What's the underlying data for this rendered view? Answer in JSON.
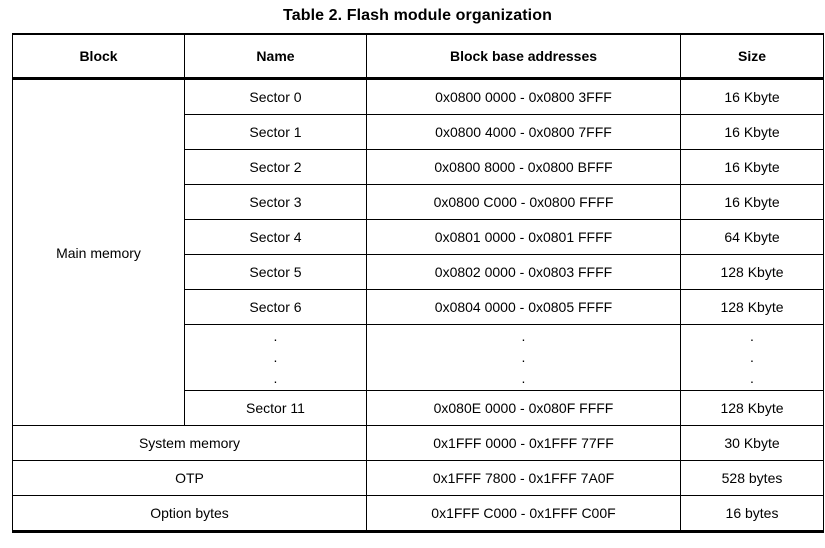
{
  "page": {
    "title": "Table 2. Flash module organization"
  },
  "table": {
    "headers": {
      "block": "Block",
      "name": "Name",
      "addresses": "Block base addresses",
      "size": "Size"
    },
    "main_memory_label": "Main memory",
    "sectors": [
      {
        "name": "Sector 0",
        "addresses": "0x0800 0000 - 0x0800 3FFF",
        "size": "16 Kbyte"
      },
      {
        "name": "Sector 1",
        "addresses": "0x0800 4000 - 0x0800 7FFF",
        "size": "16 Kbyte"
      },
      {
        "name": "Sector 2",
        "addresses": "0x0800 8000 - 0x0800 BFFF",
        "size": "16 Kbyte"
      },
      {
        "name": "Sector 3",
        "addresses": "0x0800 C000 - 0x0800 FFFF",
        "size": "16 Kbyte"
      },
      {
        "name": "Sector 4",
        "addresses": "0x0801 0000 - 0x0801 FFFF",
        "size": "64 Kbyte"
      },
      {
        "name": "Sector 5",
        "addresses": "0x0802 0000 - 0x0803 FFFF",
        "size": "128 Kbyte"
      },
      {
        "name": "Sector 6",
        "addresses": "0x0804 0000 - 0x0805 FFFF",
        "size": "128 Kbyte"
      }
    ],
    "ellipsis": {
      "name": ".\n.\n.",
      "addresses": ".\n.\n.",
      "size": ".\n.\n."
    },
    "sector_11": {
      "name": "Sector 11",
      "addresses": "0x080E 0000 - 0x080F FFFF",
      "size": "128 Kbyte"
    },
    "other_rows": [
      {
        "block": "System memory",
        "addresses": "0x1FFF 0000 - 0x1FFF 77FF",
        "size": "30 Kbyte"
      },
      {
        "block": "OTP",
        "addresses": "0x1FFF 7800 - 0x1FFF 7A0F",
        "size": "528 bytes"
      },
      {
        "block": "Option bytes",
        "addresses": "0x1FFF C000 - 0x1FFF C00F",
        "size": "16 bytes"
      }
    ],
    "colors": {
      "border": "#000000",
      "text": "#000000",
      "background": "#ffffff"
    }
  }
}
